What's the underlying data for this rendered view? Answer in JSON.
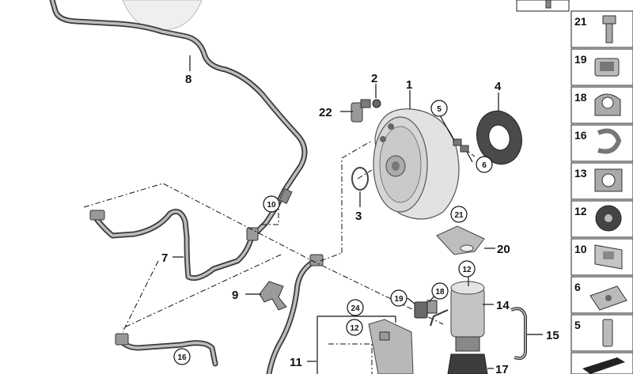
{
  "callouts": {
    "c1": "1",
    "c2": "2",
    "c3": "3",
    "c4": "4",
    "c5": "5",
    "c6": "6",
    "c7": "7",
    "c8": "8",
    "c9": "9",
    "c10": "10",
    "c11": "11",
    "c12a": "12",
    "c12b": "12",
    "c14": "14",
    "c15": "15",
    "c16": "16",
    "c17": "17",
    "c18": "18",
    "c19": "19",
    "c20": "20",
    "c21": "21",
    "c22": "22",
    "c24": "24"
  },
  "side_panel": {
    "items": [
      "21",
      "19",
      "18",
      "16",
      "13",
      "12",
      "10",
      "6",
      "5"
    ]
  }
}
